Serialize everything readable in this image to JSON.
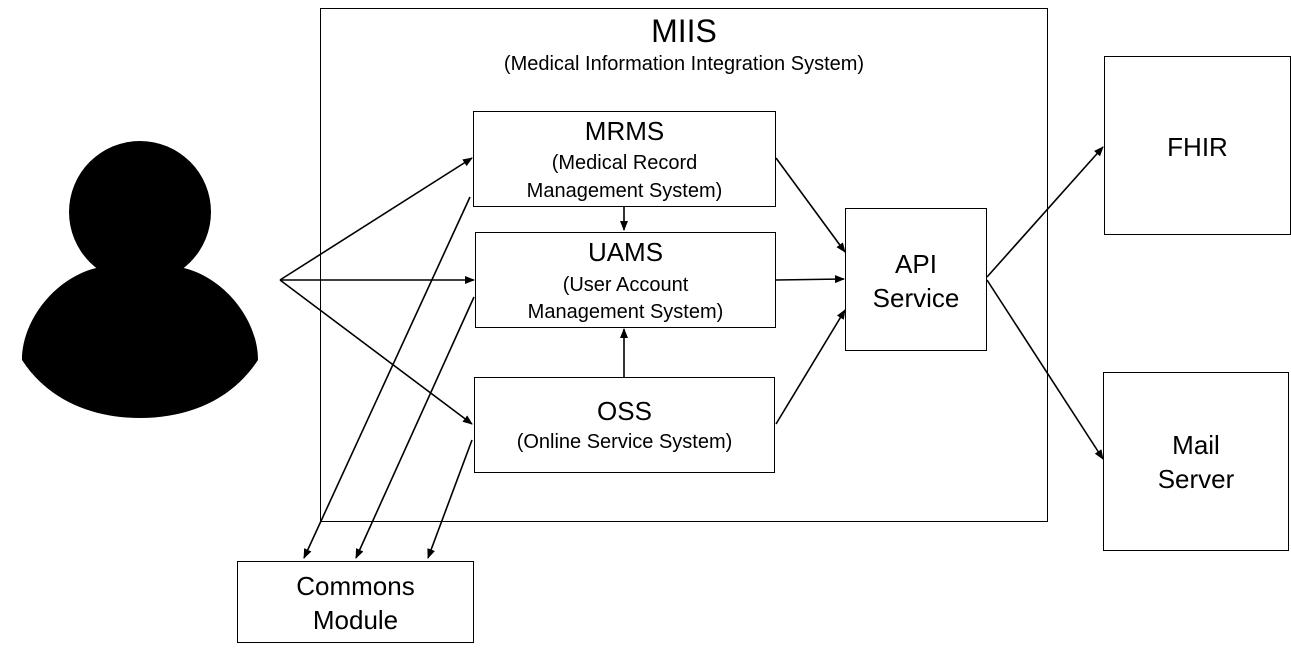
{
  "miis": {
    "title": "MIIS",
    "subtitle": "(Medical Information Integration System)"
  },
  "mrms": {
    "title": "MRMS",
    "line1": "(Medical Record",
    "line2": "Management System)"
  },
  "uams": {
    "title": "UAMS",
    "line1": "(User Account",
    "line2": "Management System)"
  },
  "oss": {
    "title": "OSS",
    "line1": "(Online Service System)"
  },
  "api": {
    "line1": "API",
    "line2": "Service"
  },
  "fhir": {
    "title": "FHIR"
  },
  "mail": {
    "line1": "Mail",
    "line2": "Server"
  },
  "commons": {
    "line1": "Commons",
    "line2": "Module"
  },
  "user_icon": "person-icon"
}
